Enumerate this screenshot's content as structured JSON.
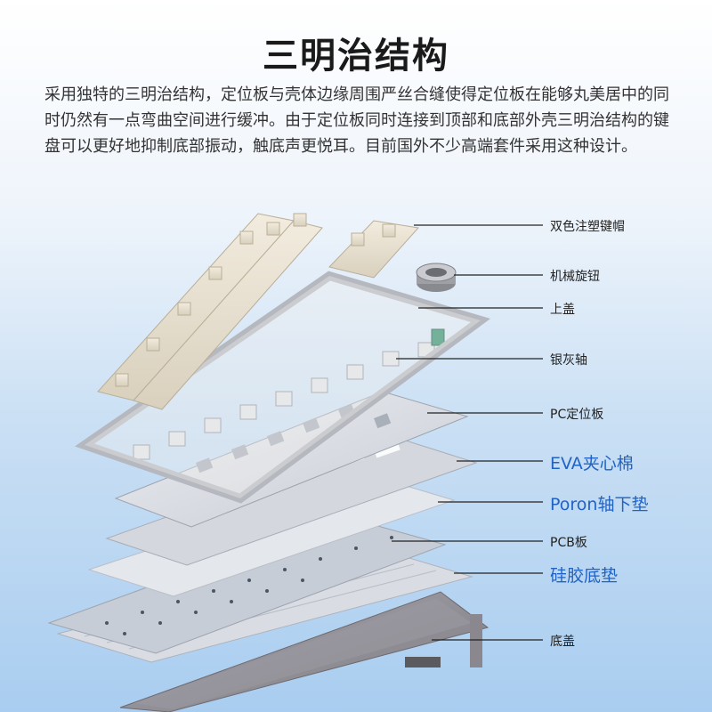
{
  "title": "三明治结构",
  "description": "采用独特的三明治结构，定位板与壳体边缘周围严丝合缝使得定位板在能够丸美居中的同时仍然有一点弯曲空间进行缓冲。由于定位板同时连接到顶部和底部外壳三明治结构的键盘可以更好地抑制底部振动，触底声更悦耳。目前国外不少高端套件采用这种设计。",
  "labels": [
    {
      "text": "双色注塑键帽",
      "color": "#222222"
    },
    {
      "text": "机械旋钮",
      "color": "#222222"
    },
    {
      "text": "上盖",
      "color": "#222222"
    },
    {
      "text": "银灰轴",
      "color": "#222222"
    },
    {
      "text": "PC定位板",
      "color": "#222222"
    },
    {
      "text": "EVA夹心棉",
      "color": "#1f63c6"
    },
    {
      "text": "Poron轴下垫",
      "color": "#1f63c6"
    },
    {
      "text": "PCB板",
      "color": "#222222"
    },
    {
      "text": "硅胶底垫",
      "color": "#1f63c6"
    },
    {
      "text": "底盖",
      "color": "#222222"
    }
  ],
  "colors": {
    "accent_blue": "#1f63c6",
    "text": "#222222"
  }
}
